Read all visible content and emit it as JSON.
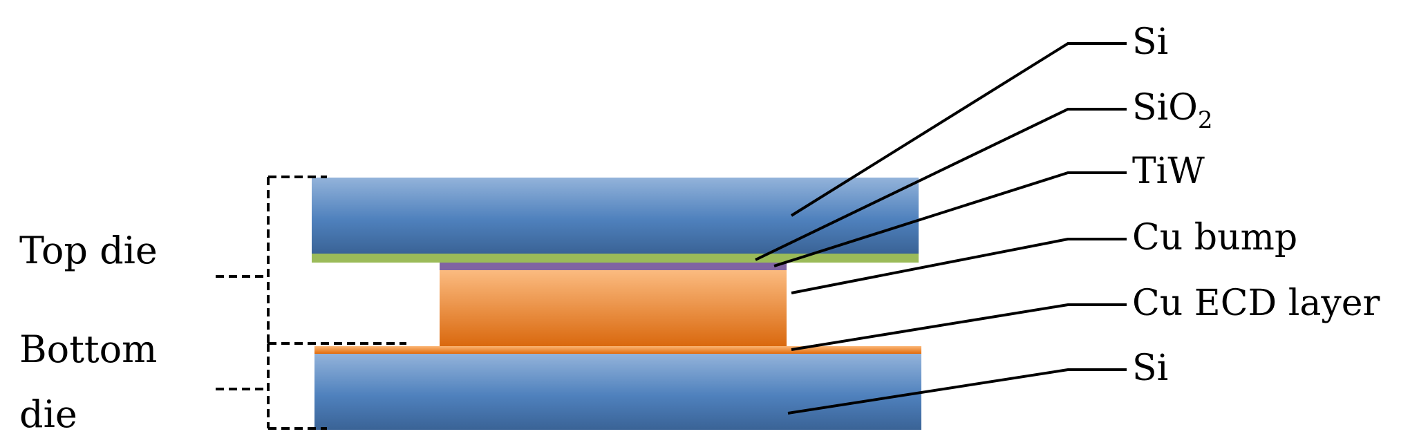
{
  "layers": {
    "si_top": "Si",
    "sio2_base": "SiO",
    "sio2_sub": "2",
    "tiw": "TiW",
    "cu_bump": "Cu bump",
    "cu_ecd": "Cu ECD layer",
    "si_bottom": "Si"
  },
  "dies": {
    "top": "Top die",
    "bottom_line1": "Bottom",
    "bottom_line2": "die"
  },
  "colors": {
    "si_light": "#90b1d9",
    "si_mid": "#4f81bd",
    "si_dark": "#365f91",
    "sio2": "#9bbb59",
    "tiw": "#8064a2",
    "cu_bump_light": "#fbb97b",
    "cu_bump_dark": "#e26b0a",
    "cu_ecd": "#f79646"
  }
}
